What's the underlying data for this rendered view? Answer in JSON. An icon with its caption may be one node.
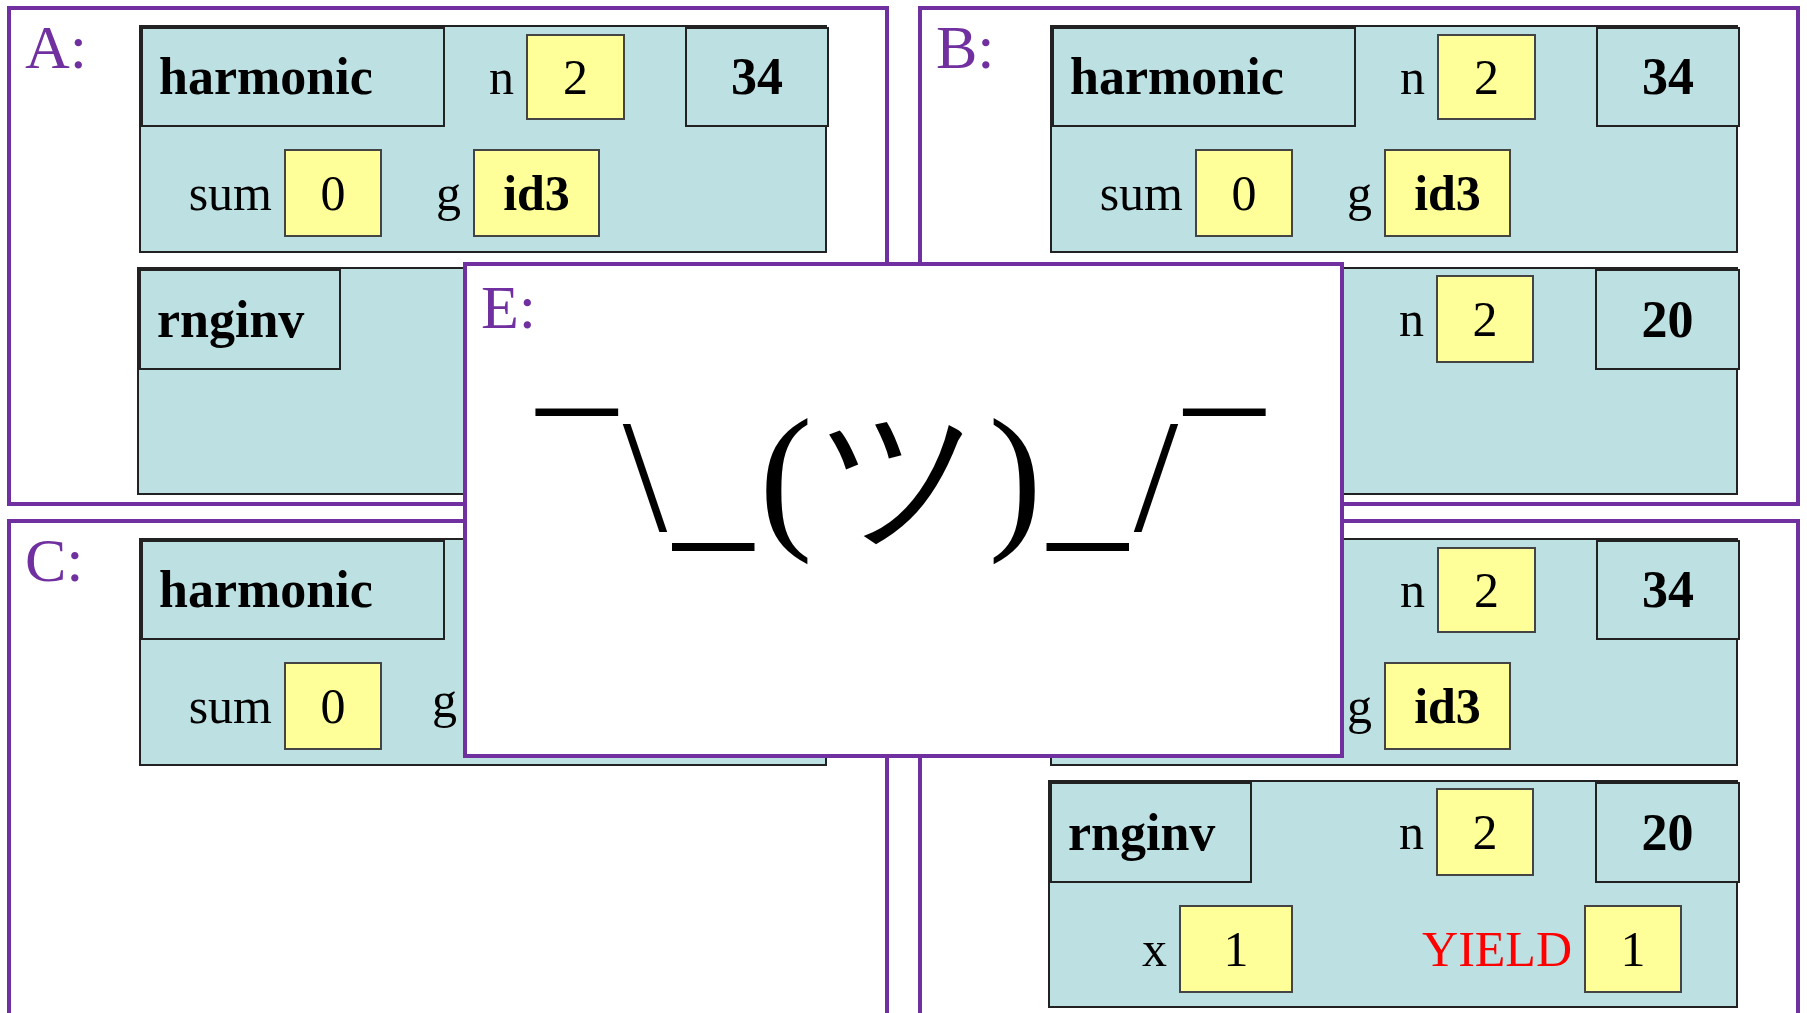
{
  "diagram": {
    "nodes": [
      {
        "text": [
          "A:"
        ]
      },
      {
        "text": [],
        "shape": "box",
        "in": 0
      },
      {
        "text": [
          "harmonic"
        ],
        "in": 1
      },
      {
        "text": [
          "2"
        ],
        "beside": [
          "n"
        ],
        "in": 1
      },
      {
        "text": [
          "34"
        ],
        "in": 1
      },
      {
        "text": [
          "0"
        ],
        "beside": [
          "sum"
        ],
        "in": 1
      },
      {
        "text": [
          "id3"
        ],
        "beside": [
          "g"
        ],
        "in": 1
      },
      {
        "text": [],
        "shape": "box",
        "in": 0
      },
      {
        "text": [
          "rnginv"
        ],
        "in": 7
      },
      {
        "text": [
          "B:"
        ]
      },
      {
        "text": [],
        "shape": "box",
        "in": 9
      },
      {
        "text": [
          "harmonic"
        ],
        "in": 10
      },
      {
        "text": [
          "2"
        ],
        "beside": [
          "n"
        ],
        "in": 10
      },
      {
        "text": [
          "34"
        ],
        "in": 10
      },
      {
        "text": [
          "0"
        ],
        "beside": [
          "sum"
        ],
        "in": 10
      },
      {
        "text": [
          "id3"
        ],
        "beside": [
          "g"
        ],
        "in": 10
      },
      {
        "text": [],
        "shape": "box",
        "in": 9
      },
      {
        "text": [
          "2"
        ],
        "beside": [
          "n"
        ],
        "in": 16
      },
      {
        "text": [
          "20"
        ],
        "in": 16
      },
      {
        "text": [
          "C:"
        ]
      },
      {
        "text": [],
        "shape": "box",
        "in": 19
      },
      {
        "text": [
          "harmonic"
        ],
        "in": 20
      },
      {
        "text": [
          "0"
        ],
        "beside": [
          "sum"
        ],
        "in": 20
      },
      {
        "text": [],
        "shape": "box"
      },
      {
        "text": [],
        "shape": "box",
        "in": 23
      },
      {
        "text": [
          "2"
        ],
        "beside": [
          "n"
        ],
        "in": 24
      },
      {
        "text": [
          "34"
        ],
        "in": 24
      },
      {
        "text": [
          "id3"
        ],
        "beside": [
          "g"
        ],
        "in": 24
      },
      {
        "text": [],
        "shape": "box",
        "in": 23
      },
      {
        "text": [
          "rnginv"
        ],
        "in": 28
      },
      {
        "text": [
          "2"
        ],
        "beside": [
          "n"
        ],
        "in": 28
      },
      {
        "text": [
          "20"
        ],
        "in": 28
      },
      {
        "text": [
          "1"
        ],
        "beside": [
          "x"
        ],
        "in": 28
      },
      {
        "text": [
          "1"
        ],
        "beside": [
          "YIELD"
        ],
        "in": 28
      },
      {
        "text": [
          "E:",
          "¯\\_(ツ)_/¯"
        ]
      }
    ],
    "labels": [
      "g"
    ]
  }
}
